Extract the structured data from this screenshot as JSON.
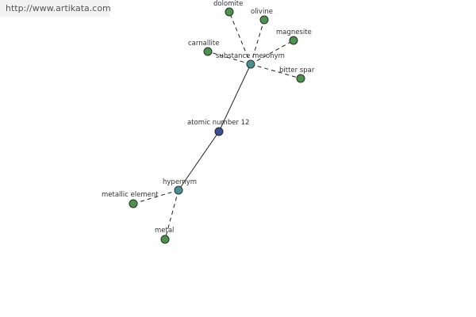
{
  "watermark": {
    "url": "http://www.artikata.com"
  },
  "colors": {
    "center_node": "#3f4f8f",
    "relation_node": "#4d8f8f",
    "leaf_node": "#4f8f4f",
    "node_stroke": "#223322",
    "edge": "#222222"
  },
  "graph": {
    "center": {
      "label": "atomic number 12"
    },
    "relations": [
      {
        "label": "substance meronym",
        "terms": [
          "dolomite",
          "olivine",
          "magnesite",
          "carnallite",
          "bitter spar"
        ]
      },
      {
        "label": "hypernym",
        "terms": [
          "metallic element",
          "metal"
        ]
      }
    ]
  }
}
